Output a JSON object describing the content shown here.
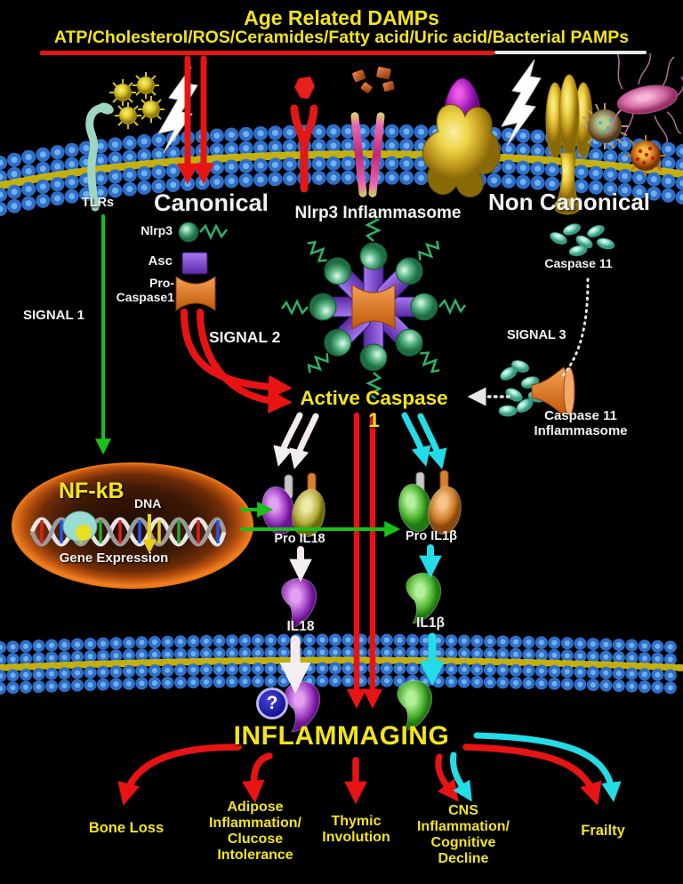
{
  "header": {
    "title": "Age Related DAMPs",
    "subtitle": "ATP/Cholesterol/ROS/Ceramides/Fatty acid/Uric acid/Bacterial PAMPs"
  },
  "pathways": {
    "tlrs": "TLRs",
    "canonical": "Canonical",
    "nlrp3_inflammasome": "Nlrp3 Inflammasome",
    "non_canonical": "Non Canonical"
  },
  "components": {
    "nlrp3": "Nlrp3",
    "asc": "Asc",
    "pro_caspase1": "Pro-\nCaspase1",
    "caspase11": "Caspase 11",
    "caspase11_inflammasome": "Caspase 11\nInflammasome",
    "active_caspase1": "Active Caspase 1"
  },
  "signals": {
    "signal1": "SIGNAL 1",
    "signal2": "SIGNAL 2",
    "signal3": "SIGNAL 3"
  },
  "nucleus": {
    "nfkb": "NF-kB",
    "dna": "DNA",
    "gene_expression": "Gene Expression"
  },
  "cytokines": {
    "pro_il18": "Pro IL18",
    "pro_il1b": "Pro IL1β",
    "il18": "IL18",
    "il1b": "IL1β",
    "unknown": "?"
  },
  "outcome": {
    "inflammaging": "INFLAMMAGING",
    "bone_loss": "Bone Loss",
    "adipose": "Adipose\nInflammation/\nClucose\nIntolerance",
    "thymic": "Thymic\nInvolution",
    "cns": "CNS\nInflammation/\nCognitive\nDecline",
    "frailty": "Frailty"
  },
  "colors": {
    "title_yellow": "#f2e41c",
    "arrow_red": "#e81414",
    "arrow_cyan": "#24dce8",
    "arrow_green": "#18c018",
    "arrow_white": "#f3eef2",
    "label_white": "#f2f2f2",
    "membrane_blue": "#3f87d8",
    "asc_purple": "#7a4fd0",
    "caspase_orange": "#e0731f",
    "caspase11_teal": "#7fe0cd",
    "nfkb_orange": "#c85a10"
  }
}
